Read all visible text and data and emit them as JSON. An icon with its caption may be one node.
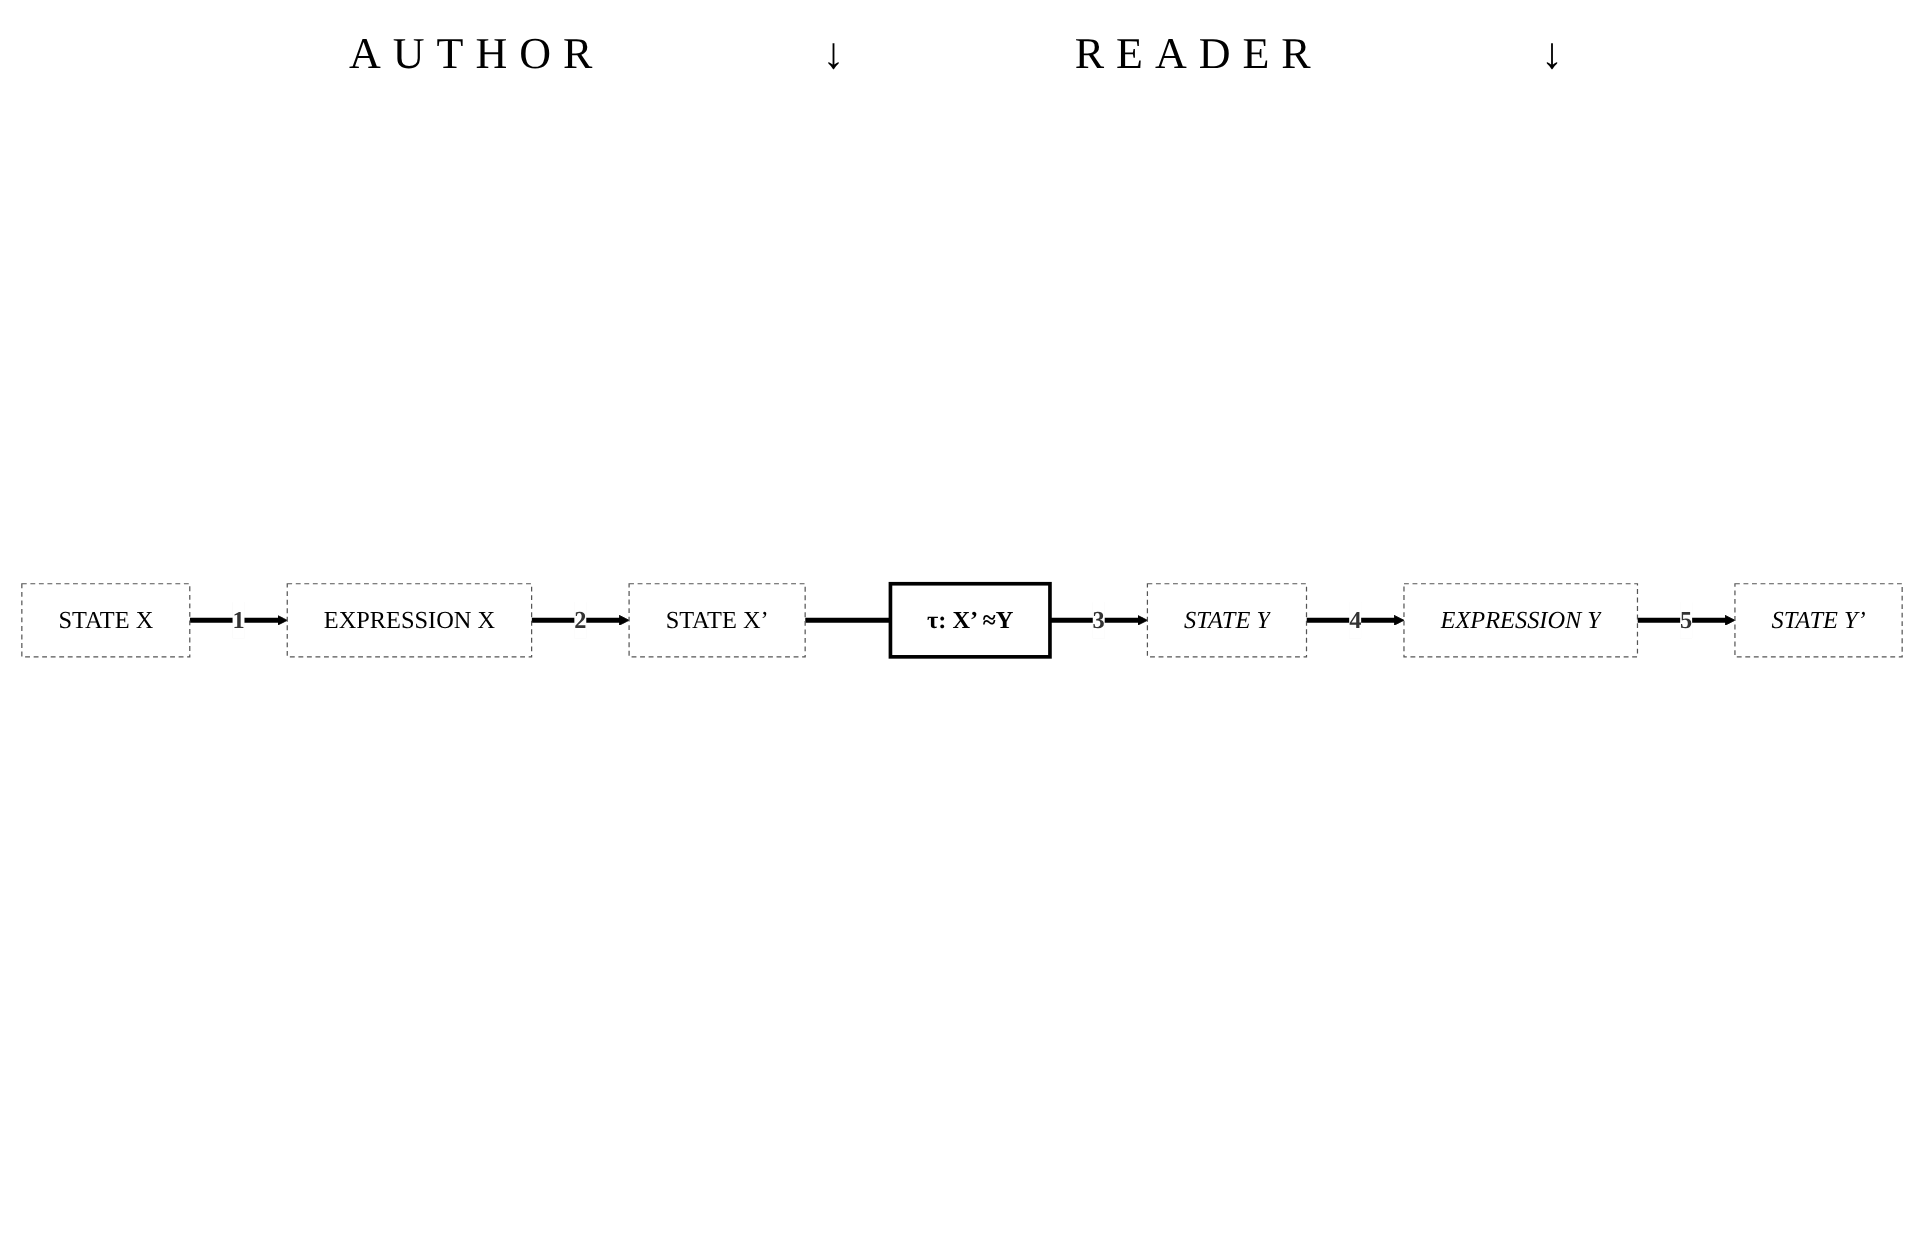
{
  "diagram": {
    "nodes": [
      {
        "text": [
          "STATE X"
        ]
      },
      {
        "text": [
          "EXPRESSION X"
        ]
      },
      {
        "text": [
          "STATE X’"
        ]
      },
      {
        "text": [
          "τ: X’ ≈Y"
        ]
      },
      {
        "text": [
          "STATE Y"
        ]
      },
      {
        "text": [
          "EXPRESSION Y"
        ]
      },
      {
        "text": [
          "STATE Y’"
        ]
      }
    ],
    "edges": [
      {
        "from": 0,
        "to": 1,
        "arrow": "to",
        "label": "1"
      },
      {
        "from": 1,
        "to": 2,
        "arrow": "to",
        "label": "2"
      },
      {
        "from": 2,
        "to": 3,
        "arrow": "none"
      },
      {
        "from": 3,
        "to": 4,
        "arrow": "to",
        "label": "3"
      },
      {
        "from": 4,
        "to": 5,
        "arrow": "to",
        "label": "4"
      },
      {
        "from": 5,
        "to": 6,
        "arrow": "to",
        "label": "5"
      }
    ],
    "labels": [
      "AUTHOR",
      "↓",
      "READER",
      "↓"
    ]
  }
}
